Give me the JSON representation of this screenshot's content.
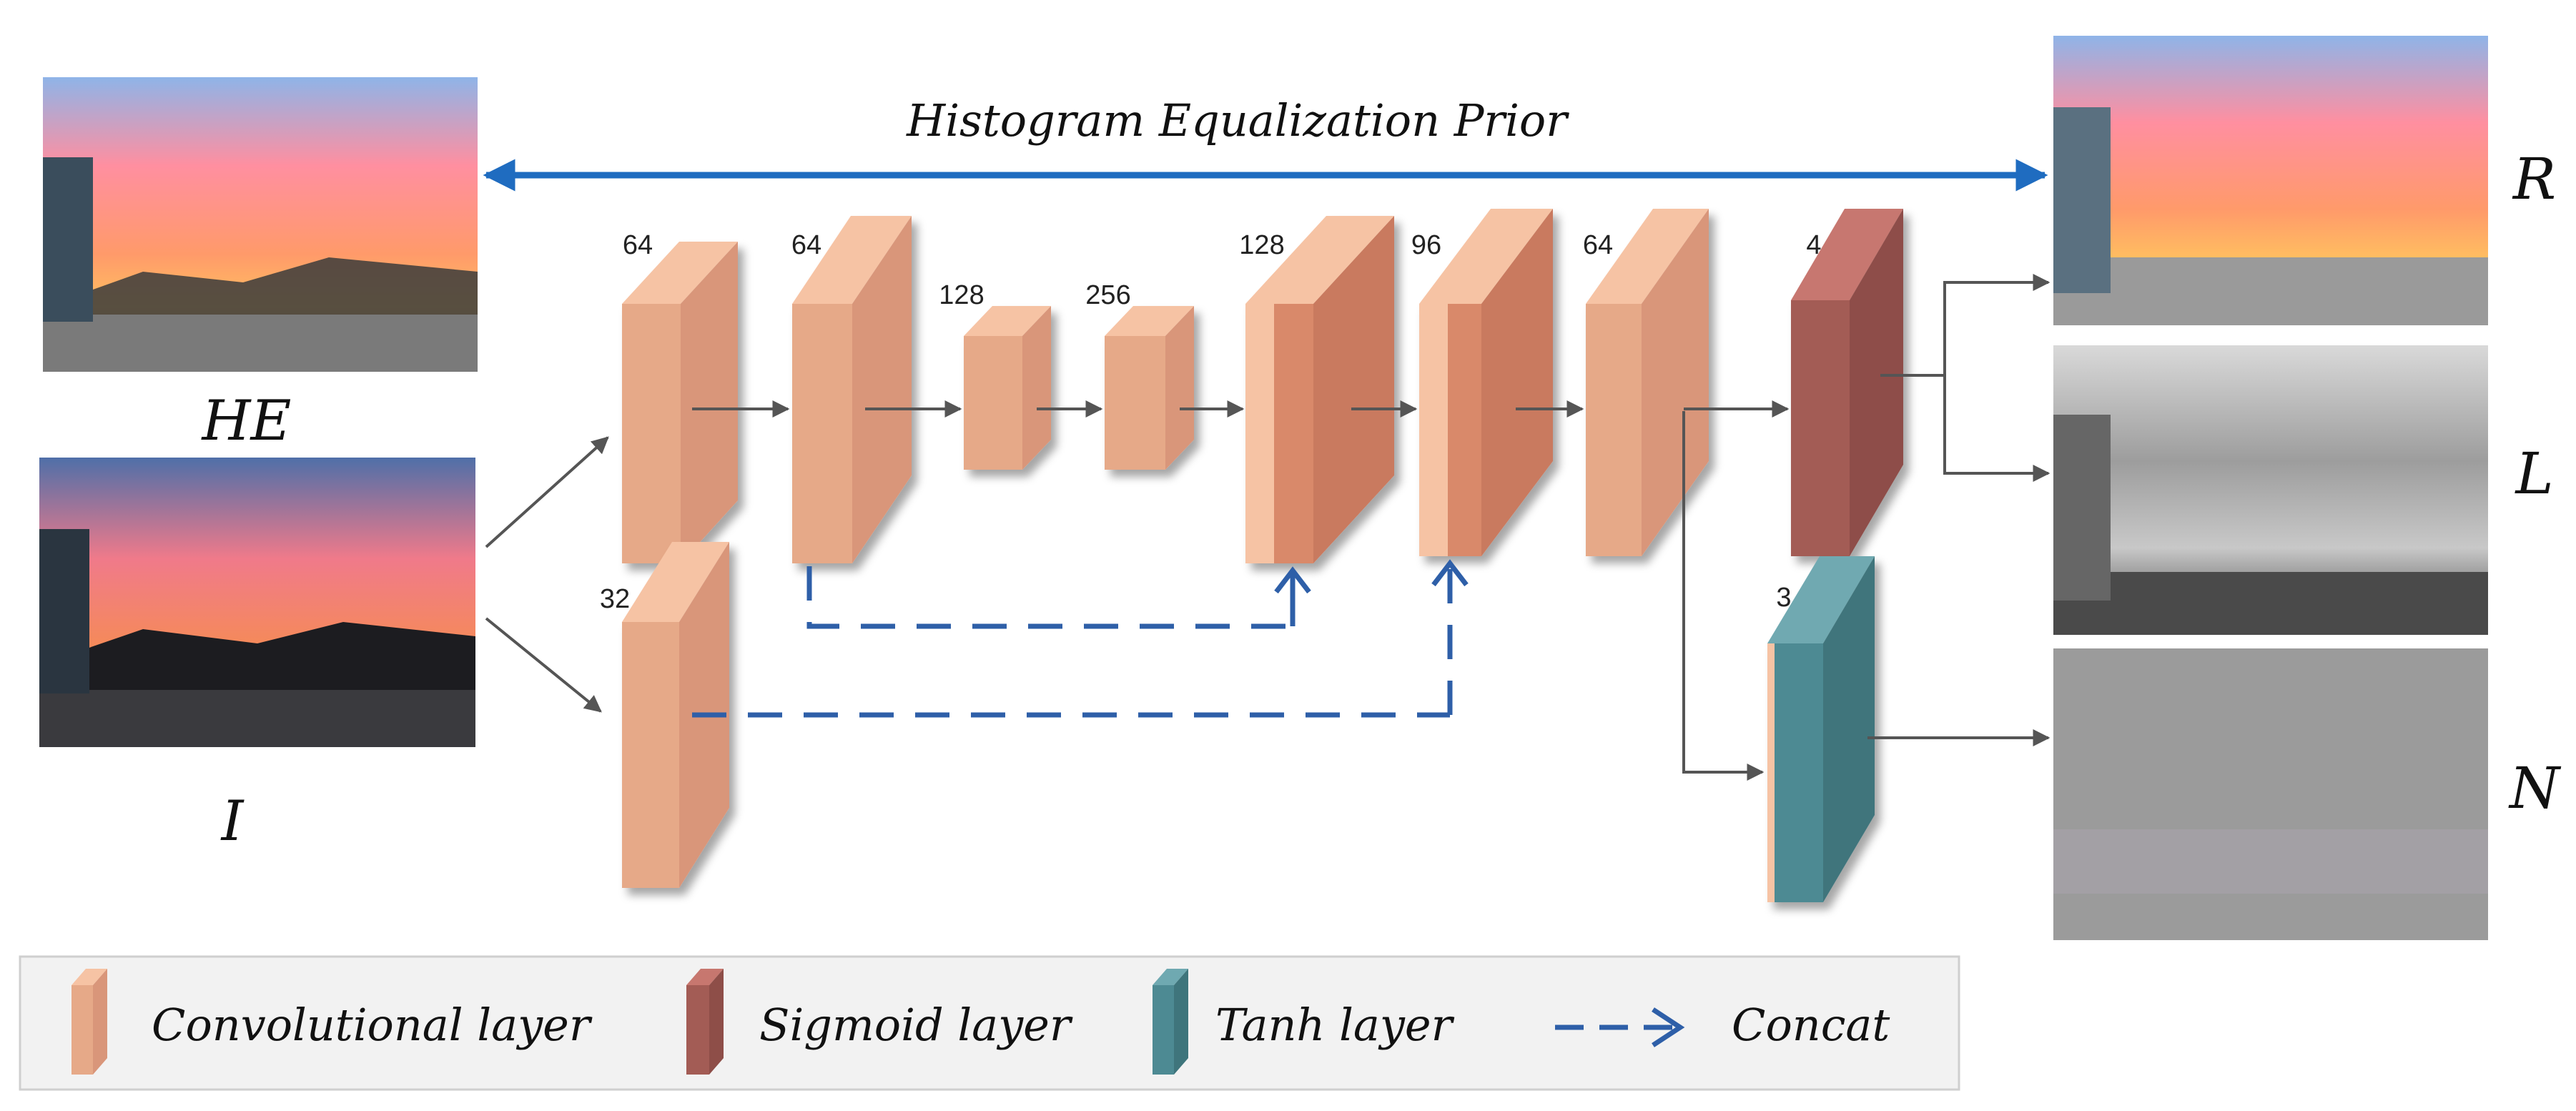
{
  "prior_label": "Histogram Equalization Prior",
  "inputs": {
    "he_label": "HE",
    "i_label": "I"
  },
  "outputs": {
    "r_label": "R",
    "l_label": "L",
    "n_label": "N"
  },
  "layers": [
    {
      "channels": "64",
      "type": "conv"
    },
    {
      "channels": "64",
      "type": "conv"
    },
    {
      "channels": "128",
      "type": "conv"
    },
    {
      "channels": "256",
      "type": "conv"
    },
    {
      "channels": "128",
      "type": "conv-concat"
    },
    {
      "channels": "96",
      "type": "conv-concat"
    },
    {
      "channels": "64",
      "type": "conv"
    },
    {
      "channels": "4",
      "type": "sigmoid"
    },
    {
      "channels": "32",
      "type": "conv"
    },
    {
      "channels": "3",
      "type": "tanh"
    }
  ],
  "legend": {
    "conv": "Convolutional layer",
    "sigmoid": "Sigmoid layer",
    "tanh": "Tanh layer",
    "concat": "Concat"
  },
  "colors": {
    "conv": "#e6a988",
    "conv_side": "#f6c3a4",
    "concat_block": "#d9896b",
    "sigmoid": "#a35c55",
    "tanh": "#4d8a93",
    "prior_arrow": "#1f6cc0",
    "concat_arrow": "#2e5fa8"
  }
}
